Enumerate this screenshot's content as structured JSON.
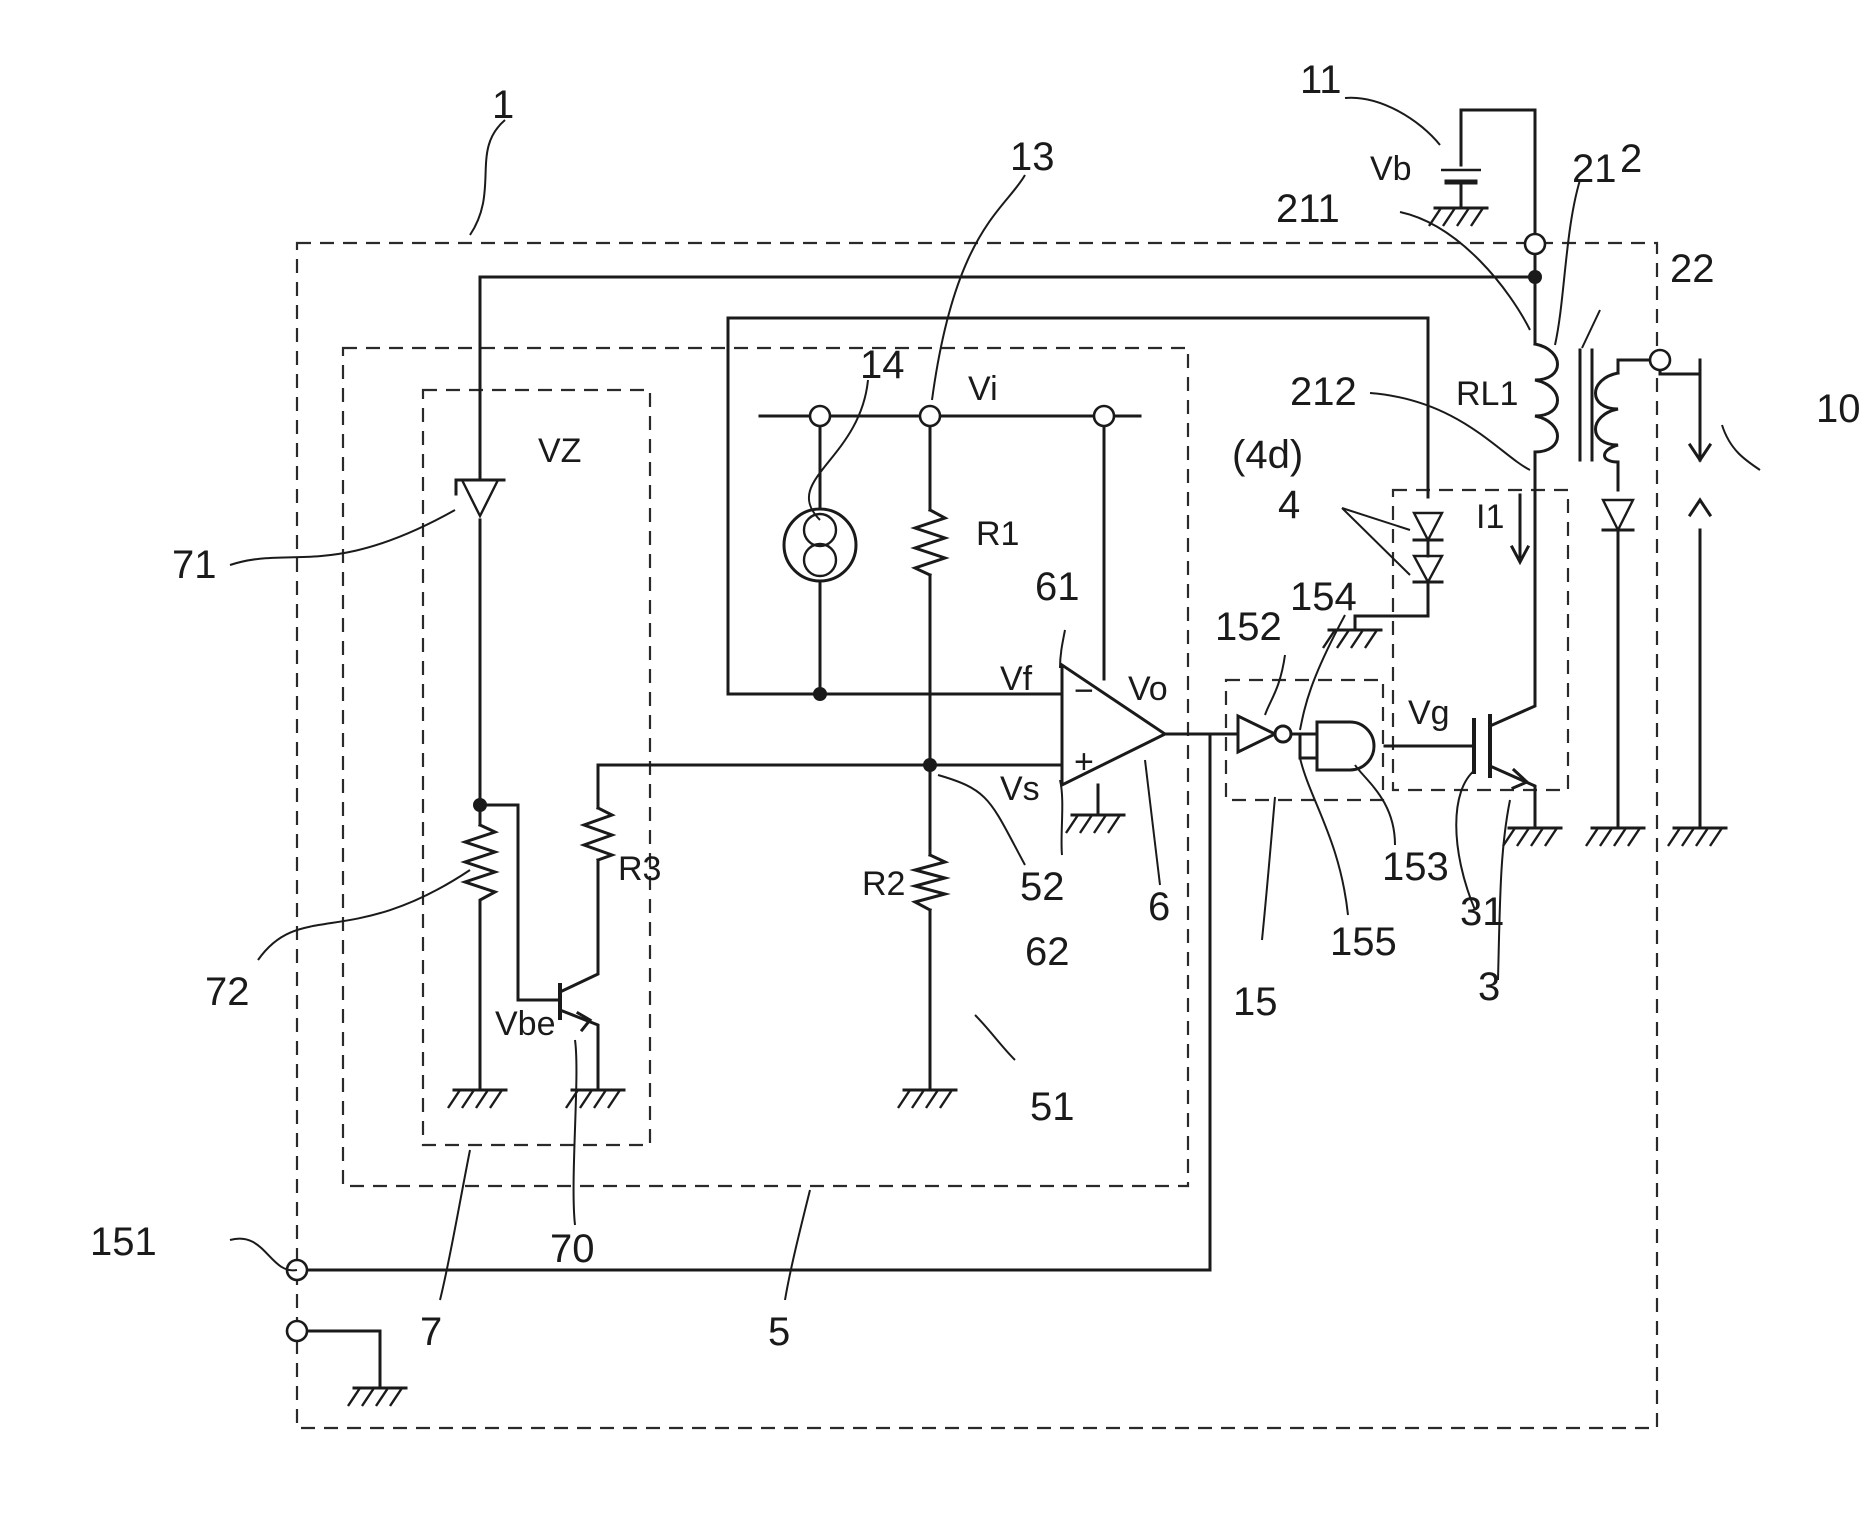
{
  "refs": {
    "r1": "1",
    "r2": "2",
    "r3": "3",
    "r4": "4",
    "r4d": "(4d)",
    "r5": "5",
    "r6": "6",
    "r7": "7",
    "r10": "10",
    "r11": "11",
    "r13": "13",
    "r14": "14",
    "r15": "15",
    "r21": "21",
    "r22": "22",
    "r31": "31",
    "r51": "51",
    "r52": "52",
    "r61": "61",
    "r62": "62",
    "r70": "70",
    "r71": "71",
    "r72": "72",
    "r151": "151",
    "r152": "152",
    "r153": "153",
    "r154": "154",
    "r155": "155",
    "r211": "211",
    "r212": "212"
  },
  "symbols": {
    "vb": "Vb",
    "vi": "Vi",
    "vz": "VZ",
    "vf": "Vf",
    "vs": "Vs",
    "vo": "Vo",
    "vg": "Vg",
    "vbe": "Vbe",
    "rl1": "RL1",
    "r1": "R1",
    "r2": "R2",
    "r3": "R3",
    "i1": "I1"
  }
}
